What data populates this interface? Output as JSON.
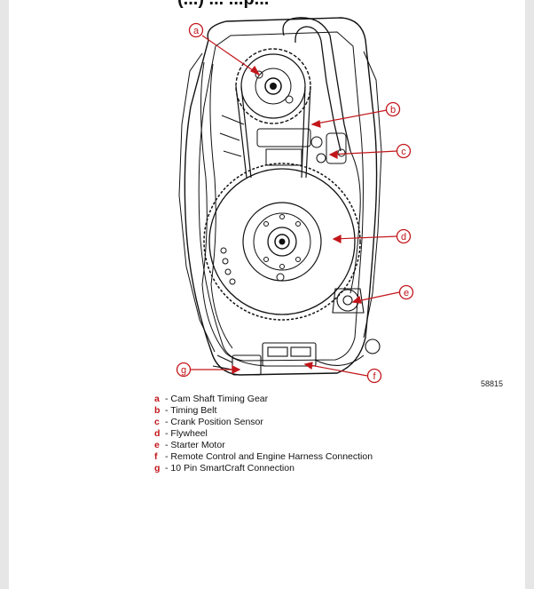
{
  "header": {
    "clipped_title": "(...) ... ...p..."
  },
  "figure": {
    "number": "58815",
    "callout_color": "#c2161b",
    "callouts": [
      {
        "letter": "a",
        "label": "Cam Shaft Timing Gear"
      },
      {
        "letter": "b",
        "label": "Timing Belt"
      },
      {
        "letter": "c",
        "label": "Crank Position Sensor"
      },
      {
        "letter": "d",
        "label": "Flywheel"
      },
      {
        "letter": "e",
        "label": "Starter Motor"
      },
      {
        "letter": "f",
        "label": "Remote Control and Engine Harness Connection"
      },
      {
        "letter": "g",
        "label": "10 Pin SmartCraft Connection"
      }
    ]
  }
}
